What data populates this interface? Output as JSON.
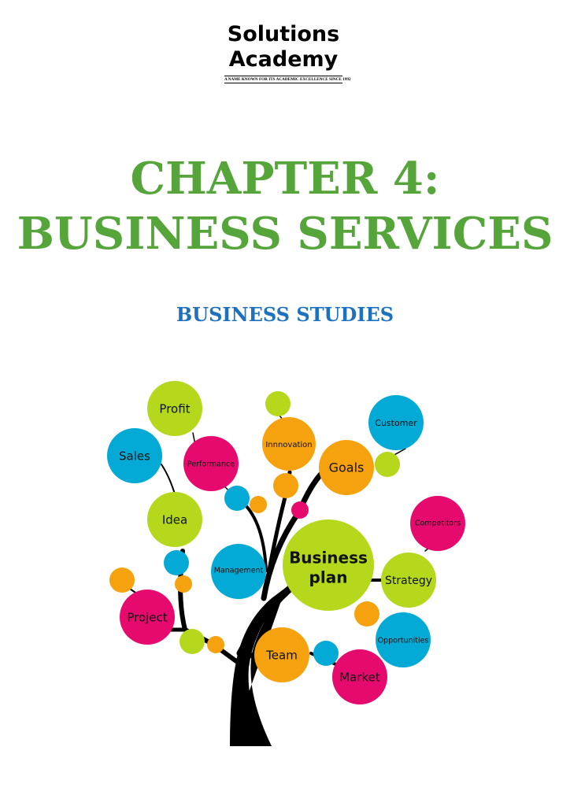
{
  "logo": {
    "line1": "Solutions",
    "line2": "Academy",
    "tagline": "A NAME KNOWN FOR ITS ACADEMIC EXCELLENCE SINCE 1992"
  },
  "title": {
    "line1": "CHAPTER 4:",
    "line2": "BUSINESS SERVICES"
  },
  "subtitle": "BUSINESS STUDIES",
  "tree": {
    "colors": {
      "green": "#b5d81c",
      "blue": "#02aad5",
      "pink": "#e6096e",
      "orange": "#f6a20e",
      "trunk": "#000000"
    },
    "labels": {
      "profit": "Profit",
      "sales": "Sales",
      "performance": "Performance",
      "idea": "Idea",
      "innovation": "Innnovation",
      "goals": "Goals",
      "customer": "Customer",
      "business1": "Business",
      "business2": "plan",
      "competitors": "Competitors",
      "strategy": "Strategy",
      "management": "Management",
      "project": "Project",
      "opportunities": "Opportunities",
      "team": "Team",
      "market": "Market"
    }
  }
}
